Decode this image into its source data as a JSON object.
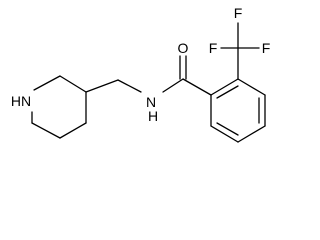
{
  "molecule": {
    "atom_labels": {
      "f1": "F",
      "f2": "F",
      "f3": "F",
      "o": "O",
      "nh_amide": "N\nH",
      "nh_ring": "HN"
    }
  }
}
